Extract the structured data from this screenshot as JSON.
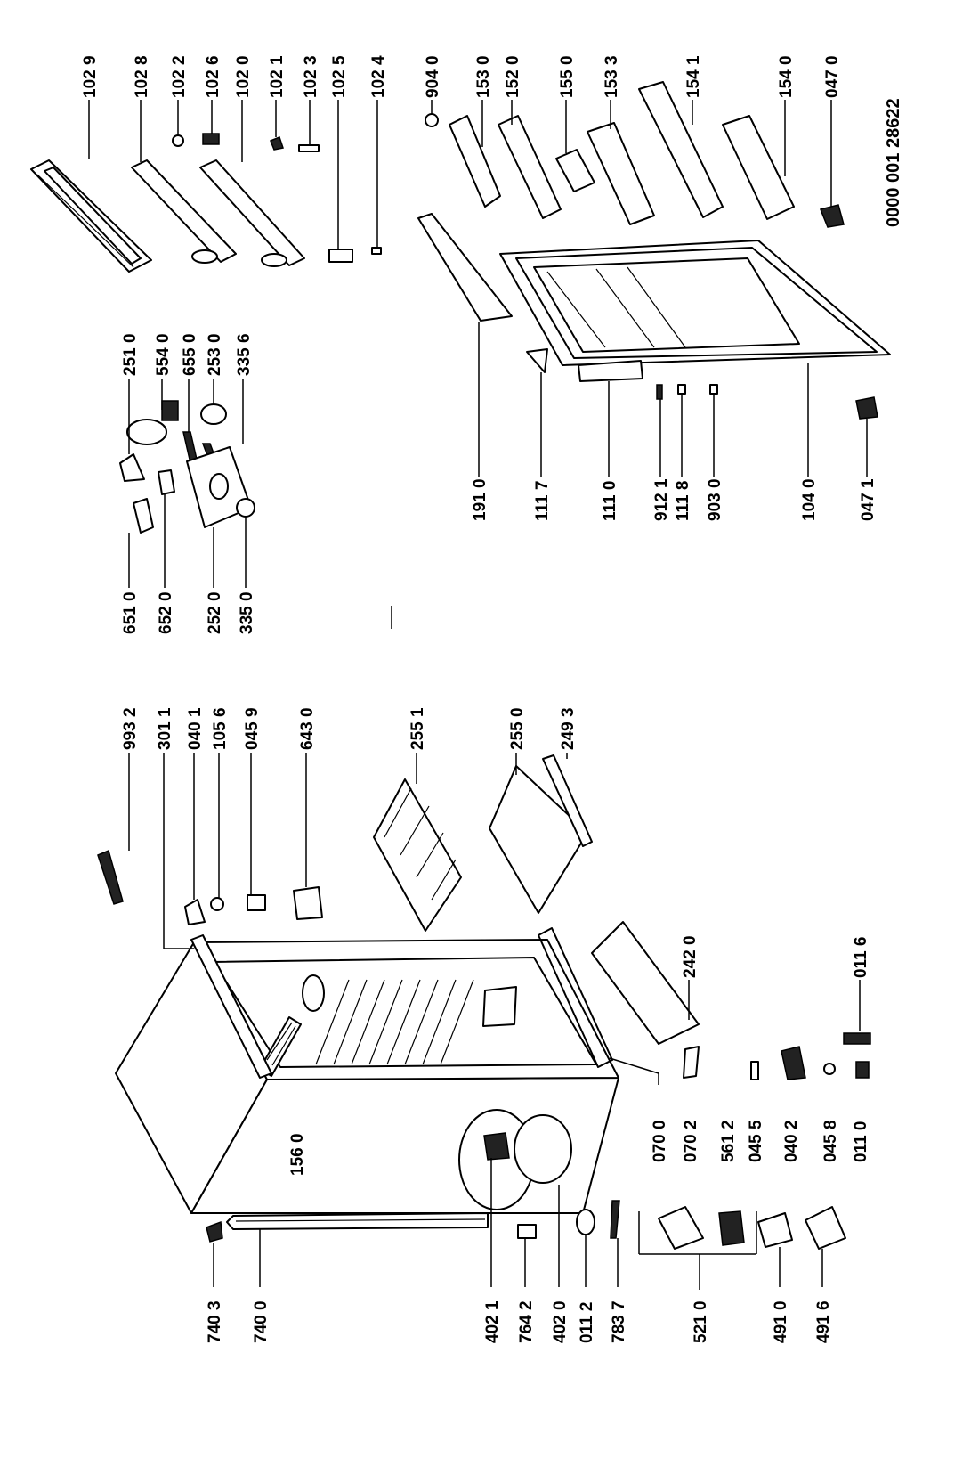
{
  "document_code": "0000 001 28622",
  "labels": {
    "p1029": "102 9",
    "p1028": "102 8",
    "p1022": "102 2",
    "p1026": "102 6",
    "p1020": "102 0",
    "p1021": "102 1",
    "p1023": "102 3",
    "p1025": "102 5",
    "p1024": "102 4",
    "p9040": "904 0",
    "p1530": "153 0",
    "p1520": "152 0",
    "p1550": "155 0",
    "p1533": "153 3",
    "p1541": "154 1",
    "p1540": "154 0",
    "p0470": "047 0",
    "p2510": "251 0",
    "p5540": "554 0",
    "p6550": "655 0",
    "p2530": "253 0",
    "p3356": "335 6",
    "p6510": "651 0",
    "p6520": "652 0",
    "p2520": "252 0",
    "p3350": "335 0",
    "p1910": "191 0",
    "p1117": "111 7",
    "p1110": "111 0",
    "p9121": "912 1",
    "p1118": "111 8",
    "p9030": "903 0",
    "p1040": "104 0",
    "p0471": "047 1",
    "p9932": "993 2",
    "p3011": "301 1",
    "p0401": "040 1",
    "p1056": "105 6",
    "p0459": "045 9",
    "p6430": "643 0",
    "p2551": "255 1",
    "p2550": "255 0",
    "p2493": "249 3",
    "p2420": "242 0",
    "p0116": "011 6",
    "p1560": "156 0",
    "p0700": "070 0",
    "p0702": "070 2",
    "p5612": "561 2",
    "p0455": "045 5",
    "p0402": "040 2",
    "p0458": "045 8",
    "p0110": "011 0",
    "p7403": "740 3",
    "p7400": "740 0",
    "p4021": "402 1",
    "p7642": "764 2",
    "p4020": "402 0",
    "p0112": "011 2",
    "p7837": "783 7",
    "p5210": "521 0",
    "p4910": "491 0",
    "p4916": "491 6"
  }
}
